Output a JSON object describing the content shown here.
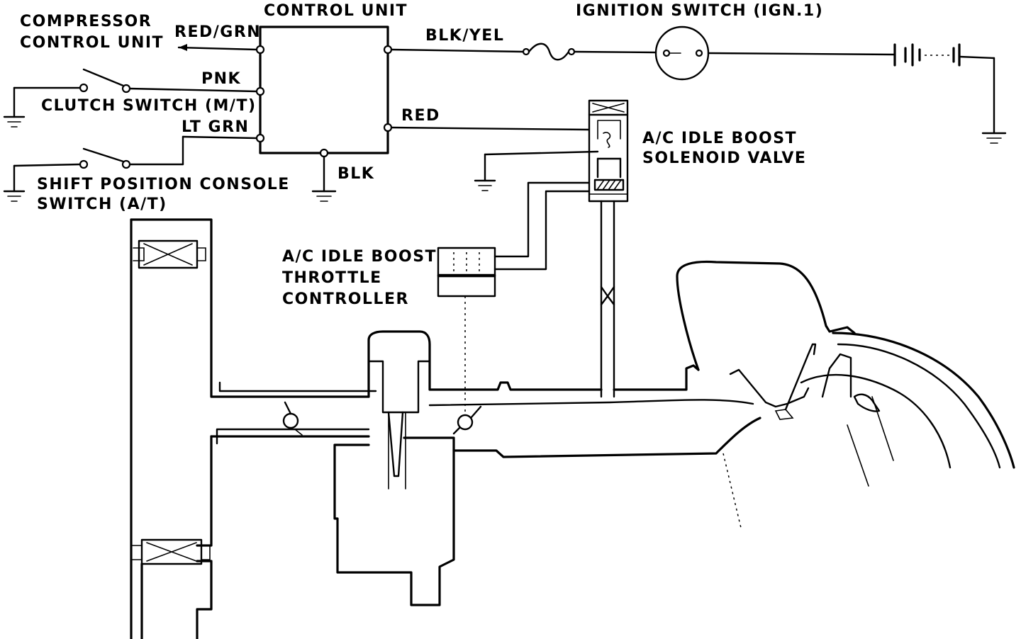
{
  "labels": {
    "compressor_unit_line1": "COMPRESSOR",
    "compressor_unit_line2": "CONTROL UNIT",
    "control_unit": "CONTROL UNIT",
    "ignition_switch": "IGNITION SWITCH (IGN.1)",
    "wire_red_grn": "RED/GRN",
    "wire_pnk": "PNK",
    "wire_lt_grn": "LT GRN",
    "wire_blk_yel": "BLK/YEL",
    "wire_red": "RED",
    "wire_blk": "BLK",
    "clutch_switch": "CLUTCH SWITCH (M/T)",
    "shift_switch_line1": "SHIFT POSITION CONSOLE",
    "shift_switch_line2": "SWITCH (A/T)",
    "solenoid_line1": "A/C IDLE BOOST",
    "solenoid_line2": "SOLENOID VALVE",
    "throttle_line1": "A/C IDLE BOOST",
    "throttle_line2": "THROTTLE",
    "throttle_line3": "CONTROLLER"
  }
}
